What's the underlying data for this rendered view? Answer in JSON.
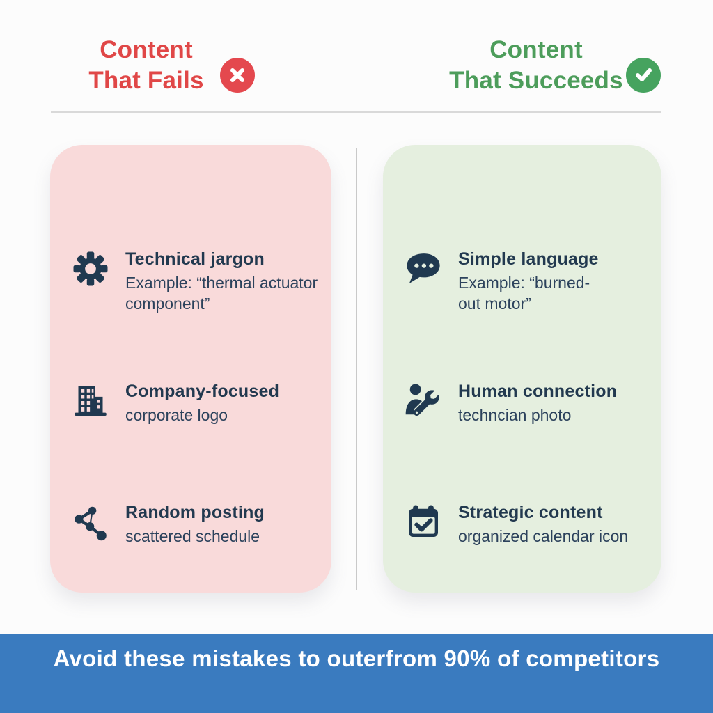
{
  "header": {
    "fail": {
      "line1": "Content",
      "line2": "That Fails",
      "color": "#e04747",
      "badge": "x-circle",
      "badge_color": "#e4484e"
    },
    "succeed": {
      "line1": "Content",
      "line2": "That Succeeds",
      "color": "#4d9d5b",
      "badge": "check-circle",
      "badge_color": "#46a35f"
    }
  },
  "cards": {
    "fail": {
      "bg": "#f9dada",
      "items": [
        {
          "icon": "gear",
          "title": "Technical jargon",
          "desc": "Example: “thermal actuator component”"
        },
        {
          "icon": "building",
          "title": "Company-focused",
          "desc": "corporate logo"
        },
        {
          "icon": "scatter",
          "title": "Random posting",
          "desc": "scattered schedule"
        }
      ]
    },
    "succeed": {
      "bg": "#e5efdf",
      "items": [
        {
          "icon": "chat-bubble",
          "title": "Simple language",
          "desc": "Example: “burned-out motor”"
        },
        {
          "icon": "technician",
          "title": "Human connection",
          "desc": "techncian photo"
        },
        {
          "icon": "calendar-check",
          "title": "Strategic content",
          "desc": "organized calendar icon"
        }
      ]
    }
  },
  "footer": {
    "text": "Avoid these mistakes to outerfrom 90% of competitors",
    "bg": "#3a7bbf",
    "text_color": "#ffffff"
  },
  "palette": {
    "page_bg": "#fcfcfc",
    "icon_navy": "#203950",
    "title_navy": "#22394f",
    "divider_gray": "#d9d9d9"
  }
}
